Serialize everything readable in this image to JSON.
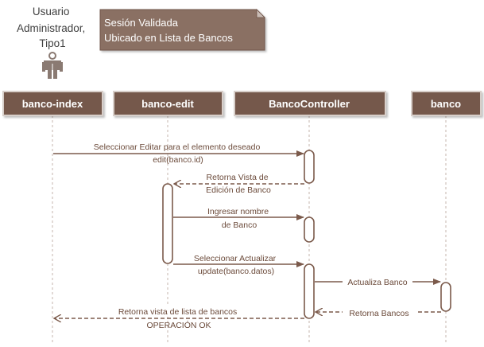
{
  "actor": {
    "label_lines": [
      "Usuario",
      "Administrador,",
      "Tipo1"
    ]
  },
  "note": {
    "lines": [
      "Sesión Validada",
      "Ubicado en Lista de Bancos"
    ]
  },
  "lifelines": [
    {
      "id": "banco-index",
      "label": "banco-index"
    },
    {
      "id": "banco-edit",
      "label": "banco-edit"
    },
    {
      "id": "banco-controller",
      "label": "BancoController"
    },
    {
      "id": "banco",
      "label": "banco"
    }
  ],
  "messages": [
    {
      "id": "msg-1",
      "lines": [
        "Seleccionar Editar para el elemento deseado",
        "edit(banco.id)"
      ],
      "from": "banco-index",
      "to": "banco-controller",
      "kind": "call"
    },
    {
      "id": "msg-2",
      "lines": [
        "Retorna Vista de",
        "Edición de Banco"
      ],
      "from": "banco-controller",
      "to": "banco-edit",
      "kind": "return"
    },
    {
      "id": "msg-3",
      "lines": [
        "Ingresar nombre",
        "de Banco"
      ],
      "from": "banco-edit",
      "to": "banco-controller",
      "kind": "call"
    },
    {
      "id": "msg-4",
      "lines": [
        "Seleccionar Actualizar",
        "update(banco.datos)"
      ],
      "from": "banco-edit",
      "to": "banco-controller",
      "kind": "call"
    },
    {
      "id": "msg-5",
      "lines": [
        "Actualiza Banco"
      ],
      "from": "banco-controller",
      "to": "banco",
      "kind": "call"
    },
    {
      "id": "msg-6",
      "lines": [
        "Retorna Bancos"
      ],
      "from": "banco",
      "to": "banco-controller",
      "kind": "return"
    },
    {
      "id": "msg-7",
      "lines": [
        "Retorna vista de lista de bancos",
        "OPERACIÓN OK"
      ],
      "from": "banco-controller",
      "to": "banco-index",
      "kind": "return"
    }
  ],
  "colors": {
    "header_fill": "#75594c",
    "header_border": "#d8cfca",
    "line": "#7b5a4b",
    "lifeline": "#c4b6ae",
    "note_fill": "#8a6f63",
    "text": "#6b4a3a",
    "actor_icon": "#8a7a72"
  }
}
